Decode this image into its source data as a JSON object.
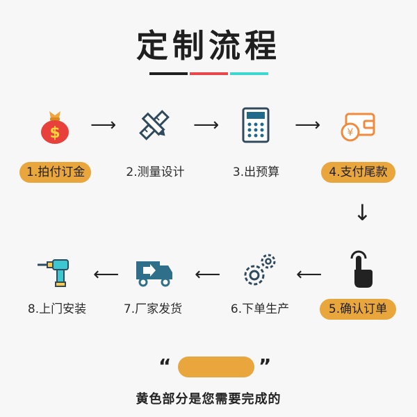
{
  "title": "定制流程",
  "steps": [
    {
      "label": "1.拍付订金",
      "highlight": true,
      "icon": "money-bag-icon"
    },
    {
      "label": "2.测量设计",
      "highlight": false,
      "icon": "pencil-ruler-icon"
    },
    {
      "label": "3.出预算",
      "highlight": false,
      "icon": "calculator-icon"
    },
    {
      "label": "4.支付尾款",
      "highlight": true,
      "icon": "wallet-icon"
    },
    {
      "label": "5.确认订单",
      "highlight": true,
      "icon": "hand-click-icon"
    },
    {
      "label": "6.下单生产",
      "highlight": false,
      "icon": "gears-icon"
    },
    {
      "label": "7.厂家发货",
      "highlight": false,
      "icon": "delivery-truck-icon"
    },
    {
      "label": "8.上门安装",
      "highlight": false,
      "icon": "drill-icon"
    }
  ],
  "quote_open": "“",
  "quote_close": "”",
  "footer_note": "黄色部分是您需要完成的",
  "colors": {
    "highlight": "#e8a63c",
    "title_bar_black": "#1f1f1f",
    "title_bar_red": "#e8474c",
    "title_bar_cyan": "#3dd6d0"
  }
}
